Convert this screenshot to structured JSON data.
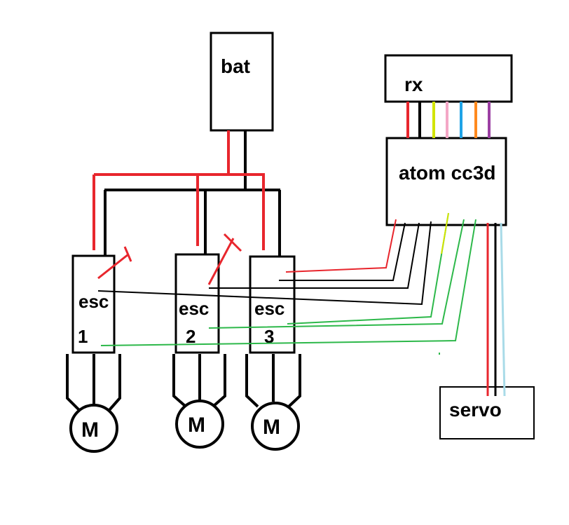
{
  "labels": {
    "battery": "bat",
    "receiver": "rx",
    "flight_controller": "atom cc3d",
    "servo": "servo",
    "esc_label": "esc",
    "esc_numbers": [
      "1",
      "2",
      "3"
    ],
    "motor": "M"
  },
  "colors": {
    "red": "#e8262d",
    "black": "#000000",
    "green": "#2db84a",
    "yellow": "#d2e400",
    "pink": "#f4a7c6",
    "blue": "#1fa3e6",
    "orange": "#ff8a1e",
    "purple": "#9b3fa3",
    "light_blue": "#a9dbe8"
  },
  "rx_wire_colors": [
    "red",
    "black",
    "yellow",
    "pink",
    "blue",
    "orange",
    "purple"
  ]
}
